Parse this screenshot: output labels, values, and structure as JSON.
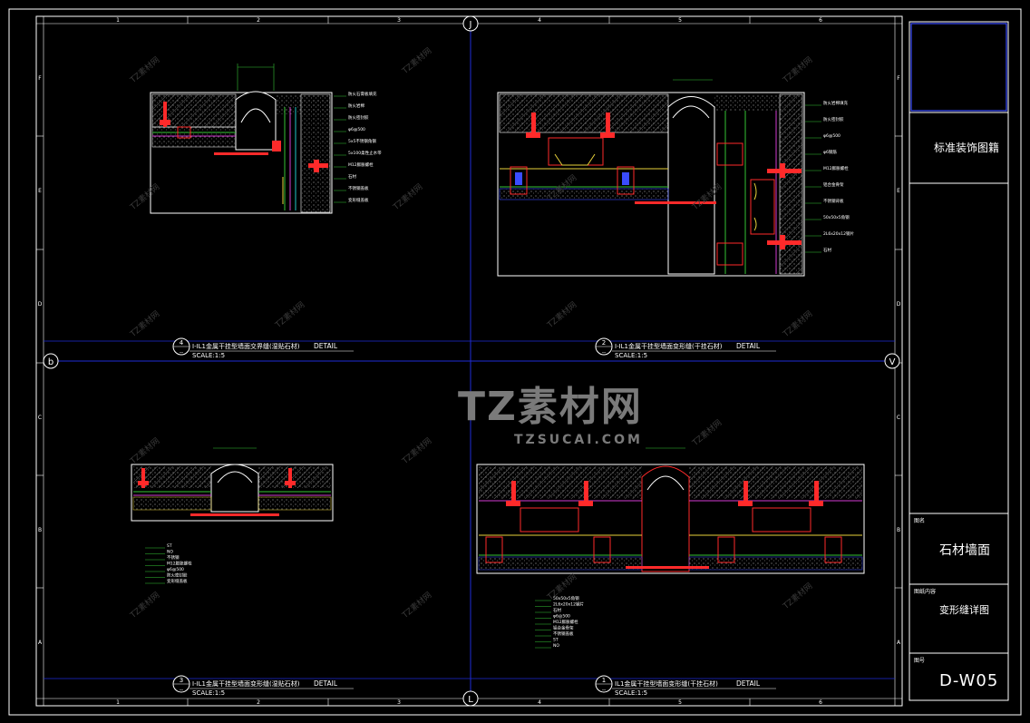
{
  "grid": {
    "top_numbers": [
      "1",
      "2",
      "3",
      "4",
      "5",
      "6"
    ],
    "side_letters": [
      "F",
      "E",
      "D",
      "C",
      "B",
      "A"
    ],
    "axis_bubbles": {
      "top": "J",
      "bottom": "L",
      "left": "b",
      "right": "V"
    }
  },
  "details": [
    {
      "number": "4",
      "sub": "--",
      "title": "I-IL1金属干挂型墙面交界缝(湿贴石材)",
      "tag": "DETAIL",
      "scale": "SCALE:1:5"
    },
    {
      "number": "2",
      "sub": "--",
      "title": "I-IL1金属干挂型墙面变形缝(干挂石材)",
      "tag": "DETAIL",
      "scale": "SCALE:1:5"
    },
    {
      "number": "3",
      "sub": "--",
      "title": "I-IL1金属干挂型墙面变形缝(湿贴石材)",
      "tag": "DETAIL",
      "scale": "SCALE:1:5"
    },
    {
      "number": "1",
      "sub": "--",
      "title": "IL1金属干挂型墙面变形缝(干挂石材)",
      "tag": "DETAIL",
      "scale": "SCALE:1:5"
    }
  ],
  "annotations": {
    "d4": [
      "防火石膏板填充",
      "防火岩棉",
      "防火密封胶",
      "φ6@500",
      "5x5不锈钢角钢",
      "5x100柔性止水带",
      "M12膨胀螺栓",
      "石材",
      "不锈钢盖板",
      "变形缝盖板"
    ],
    "d2": [
      "防火岩棉填充",
      "防火密封胶",
      "φ6@500",
      "φ6钢筋",
      "M12膨胀螺栓",
      "铝合金骨架",
      "不锈钢背板",
      "50x50x5角钢",
      "2L6x20x12钢片",
      "石材"
    ],
    "d3": [
      "ST",
      "NO",
      "不锈钢",
      "M12膨胀螺栓",
      "φ6@500",
      "防火密封胶",
      "变形缝盖板"
    ],
    "d1": [
      "50x50x5角钢",
      "2L6x20x12钢片",
      "石材",
      "φ6@500",
      "M12膨胀螺栓",
      "铝合金骨架",
      "不锈钢盖板",
      "ST",
      "NO"
    ]
  },
  "title_block": {
    "project_name": "标准装饰图籍",
    "label_drawing": "图名",
    "drawing_name": "石材墙面",
    "label_subtitle": "图纸内容",
    "subtitle": "变形缝详图",
    "label_number": "图号",
    "drawing_number": "D-W05"
  },
  "watermark": {
    "big": "TZ素材网",
    "small": "TZSUCAI.COM",
    "tile": "TZ素材网"
  },
  "colors": {
    "frame": "#ffffff",
    "gridline": "#1e2bd6",
    "stone": "#ffffff",
    "anchor": "#ff2a2a",
    "green": "#35c435",
    "magenta": "#d23cd2",
    "cyan": "#20c8c8",
    "yellow": "#e8d23a",
    "blue": "#3a4cff"
  }
}
